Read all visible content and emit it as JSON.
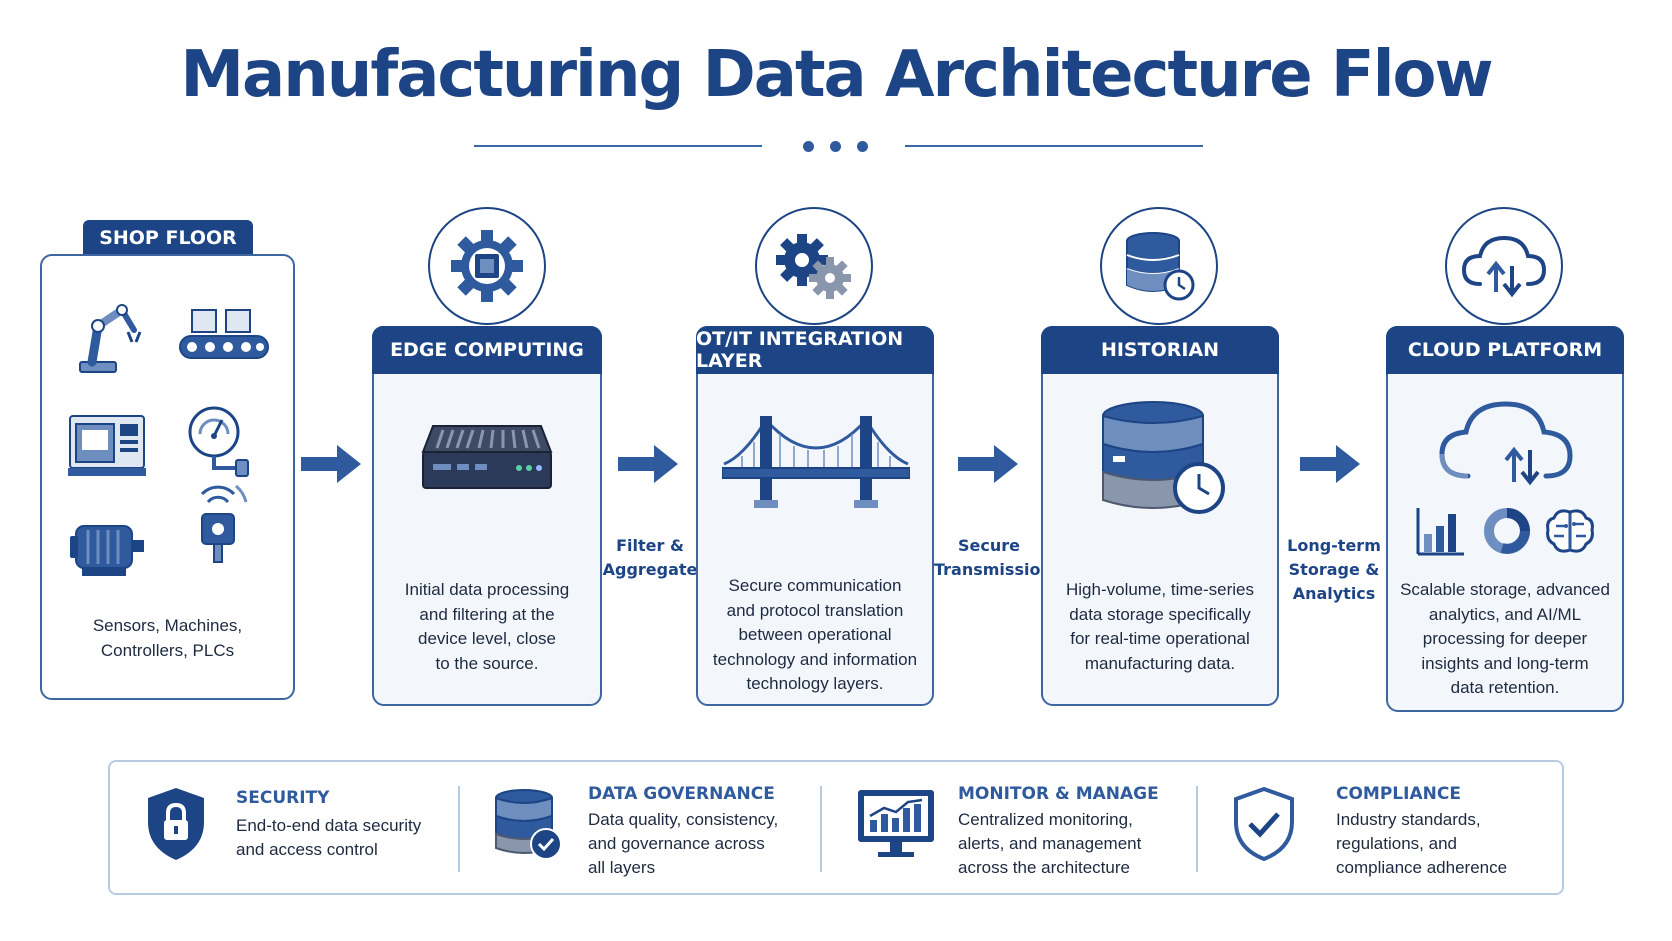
{
  "title": "Manufacturing Data Architecture Flow",
  "stages": [
    {
      "label": "SHOP FLOOR",
      "description": [
        "Sensors, Machines,",
        "Controllers, PLCs"
      ],
      "icons": [
        "robot-arm-icon",
        "conveyor-icon",
        "cnc-machine-icon",
        "gauge-icon",
        "motor-icon",
        "wireless-sensor-icon"
      ]
    },
    {
      "label": "EDGE COMPUTING",
      "badge_icon": "gear-chip-icon",
      "main_icon": "edge-device-icon",
      "description": [
        "Initial data processing",
        "and filtering at the",
        "device level, close",
        "to the source."
      ]
    },
    {
      "label": "OT/IT INTEGRATION LAYER",
      "badge_icon": "gears-icon",
      "main_icon": "bridge-icon",
      "description": [
        "Secure communication",
        "and protocol translation",
        "between operational",
        "technology and information",
        "technology layers."
      ]
    },
    {
      "label": "HISTORIAN",
      "badge_icon": "database-clock-icon",
      "main_icon": "database-clock-icon",
      "description": [
        "High-volume, time-series",
        "data storage specifically",
        "for real-time operational",
        "manufacturing data."
      ]
    },
    {
      "label": "CLOUD PLATFORM",
      "badge_icon": "cloud-sync-icon",
      "main_icon": "cloud-sync-icon",
      "description": [
        "Scalable storage, advanced",
        "analytics, and AI/ML",
        "processing for deeper",
        "insights and long-term",
        "data retention."
      ]
    }
  ],
  "connectors": [
    {
      "label": []
    },
    {
      "label": [
        "Filter &",
        "Aggregate"
      ]
    },
    {
      "label": [
        "Secure",
        "Transmission"
      ]
    },
    {
      "label": [
        "Long-term",
        "Storage &",
        "Analytics"
      ]
    }
  ],
  "features": [
    {
      "title": "SECURITY",
      "icon": "shield-lock-icon",
      "description": [
        "End-to-end data security",
        "and access control"
      ]
    },
    {
      "title": "DATA GOVERNANCE",
      "icon": "database-check-icon",
      "description": [
        "Data quality, consistency,",
        "and governance across",
        "all layers"
      ]
    },
    {
      "title": "MONITOR & MANAGE",
      "icon": "monitor-chart-icon",
      "description": [
        "Centralized monitoring,",
        "alerts, and management",
        "across the architecture"
      ]
    },
    {
      "title": "COMPLIANCE",
      "icon": "shield-check-icon",
      "description": [
        "Industry standards,",
        "regulations, and",
        "compliance adherence"
      ]
    }
  ],
  "colors": {
    "primary": "#1d4585",
    "accent": "#2f5b9e",
    "light": "#6d8ebf",
    "card_bg": "#f3f7fc"
  }
}
